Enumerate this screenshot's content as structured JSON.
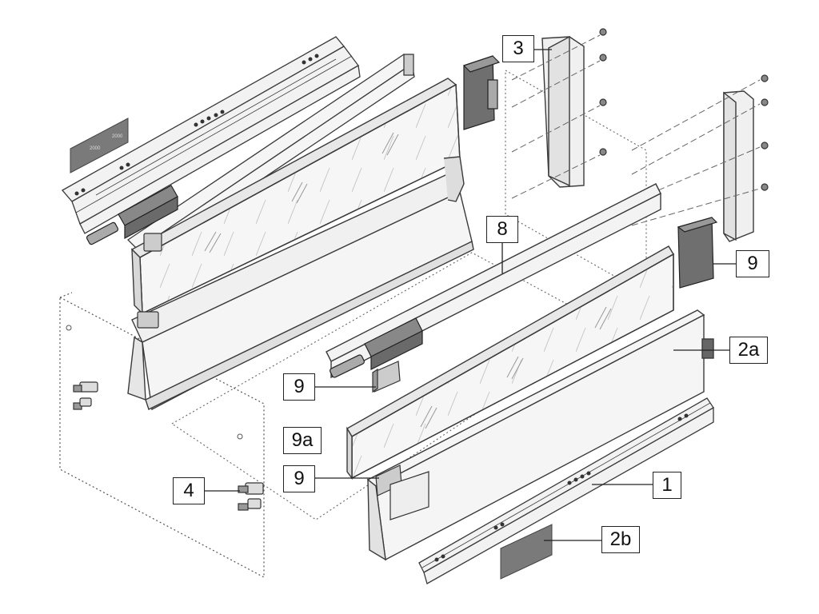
{
  "callouts": {
    "c1": "1",
    "c2a": "2a",
    "c2b": "2b",
    "c3": "3",
    "c4": "4",
    "c8": "8",
    "c9_right": "9",
    "c9_middle": "9",
    "c9_lower": "9",
    "c9a": "9a"
  },
  "colors": {
    "line": "#3a3a3a",
    "panel": "#f4f4f4",
    "glass": "#f7f7f7",
    "dark_part": "#6f6f6f",
    "label_plate": "#7a7a7a"
  }
}
